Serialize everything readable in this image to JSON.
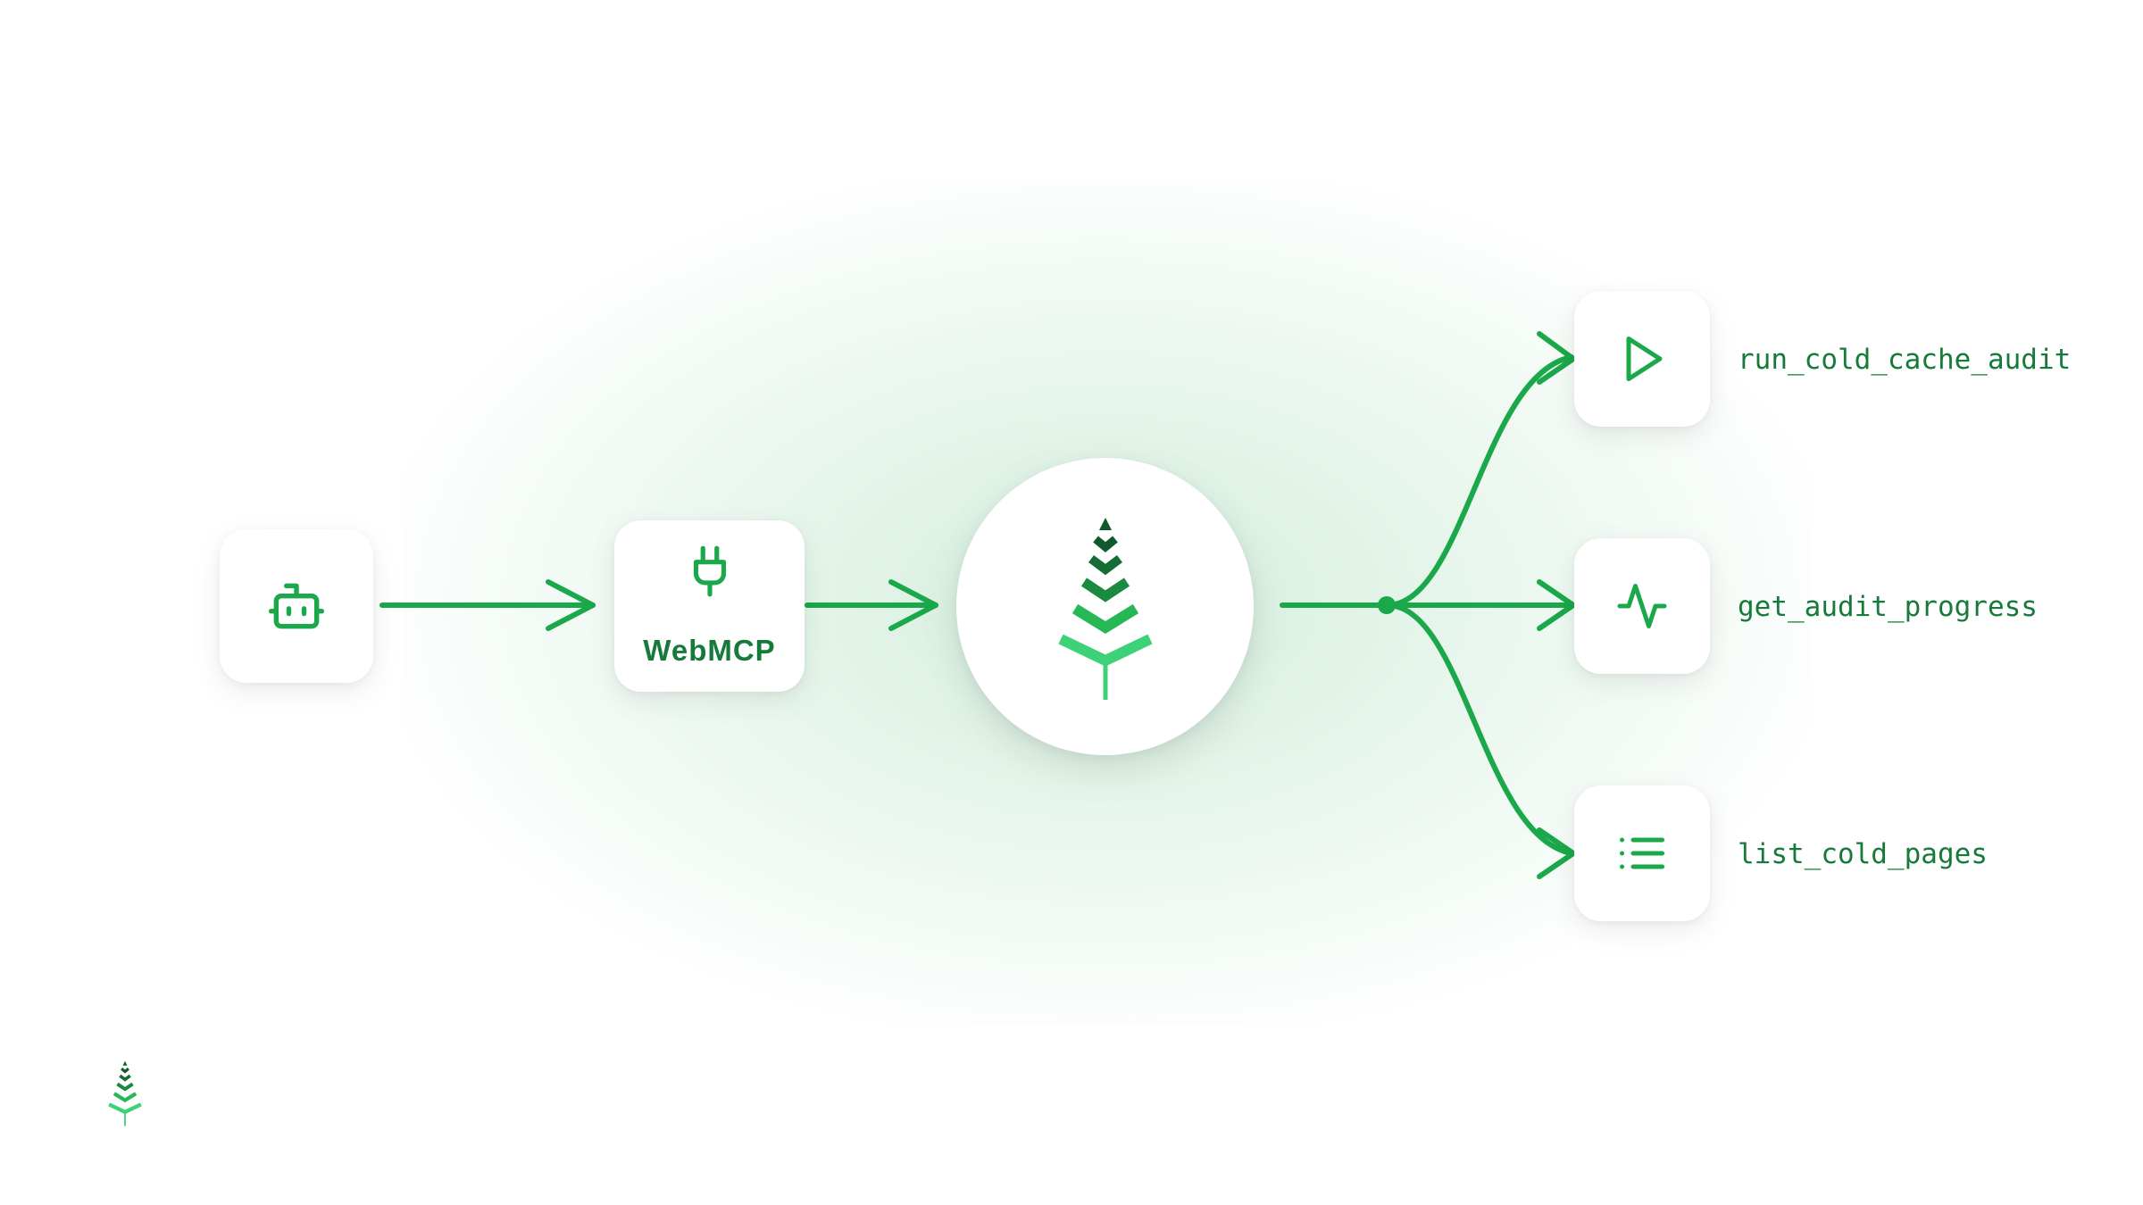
{
  "colors": {
    "primary_green": "#1ba84a",
    "text_green": "#157a3a",
    "logo_dark": "#0f5a2c",
    "logo_mid": "#1a8a40",
    "logo_light": "#3dd277",
    "background": "#ffffff"
  },
  "nodes": {
    "agent": {
      "icon": "robot-icon"
    },
    "webmcp": {
      "icon": "plug-icon",
      "label": "WebMCP"
    },
    "hub": {
      "icon": "spruce-logo"
    }
  },
  "tools": [
    {
      "icon": "play-icon",
      "name": "run_cold_cache_audit"
    },
    {
      "icon": "activity-icon",
      "name": "get_audit_progress"
    },
    {
      "icon": "list-icon",
      "name": "list_cold_pages"
    }
  ],
  "footer": {
    "logo": "spruce-logo"
  }
}
